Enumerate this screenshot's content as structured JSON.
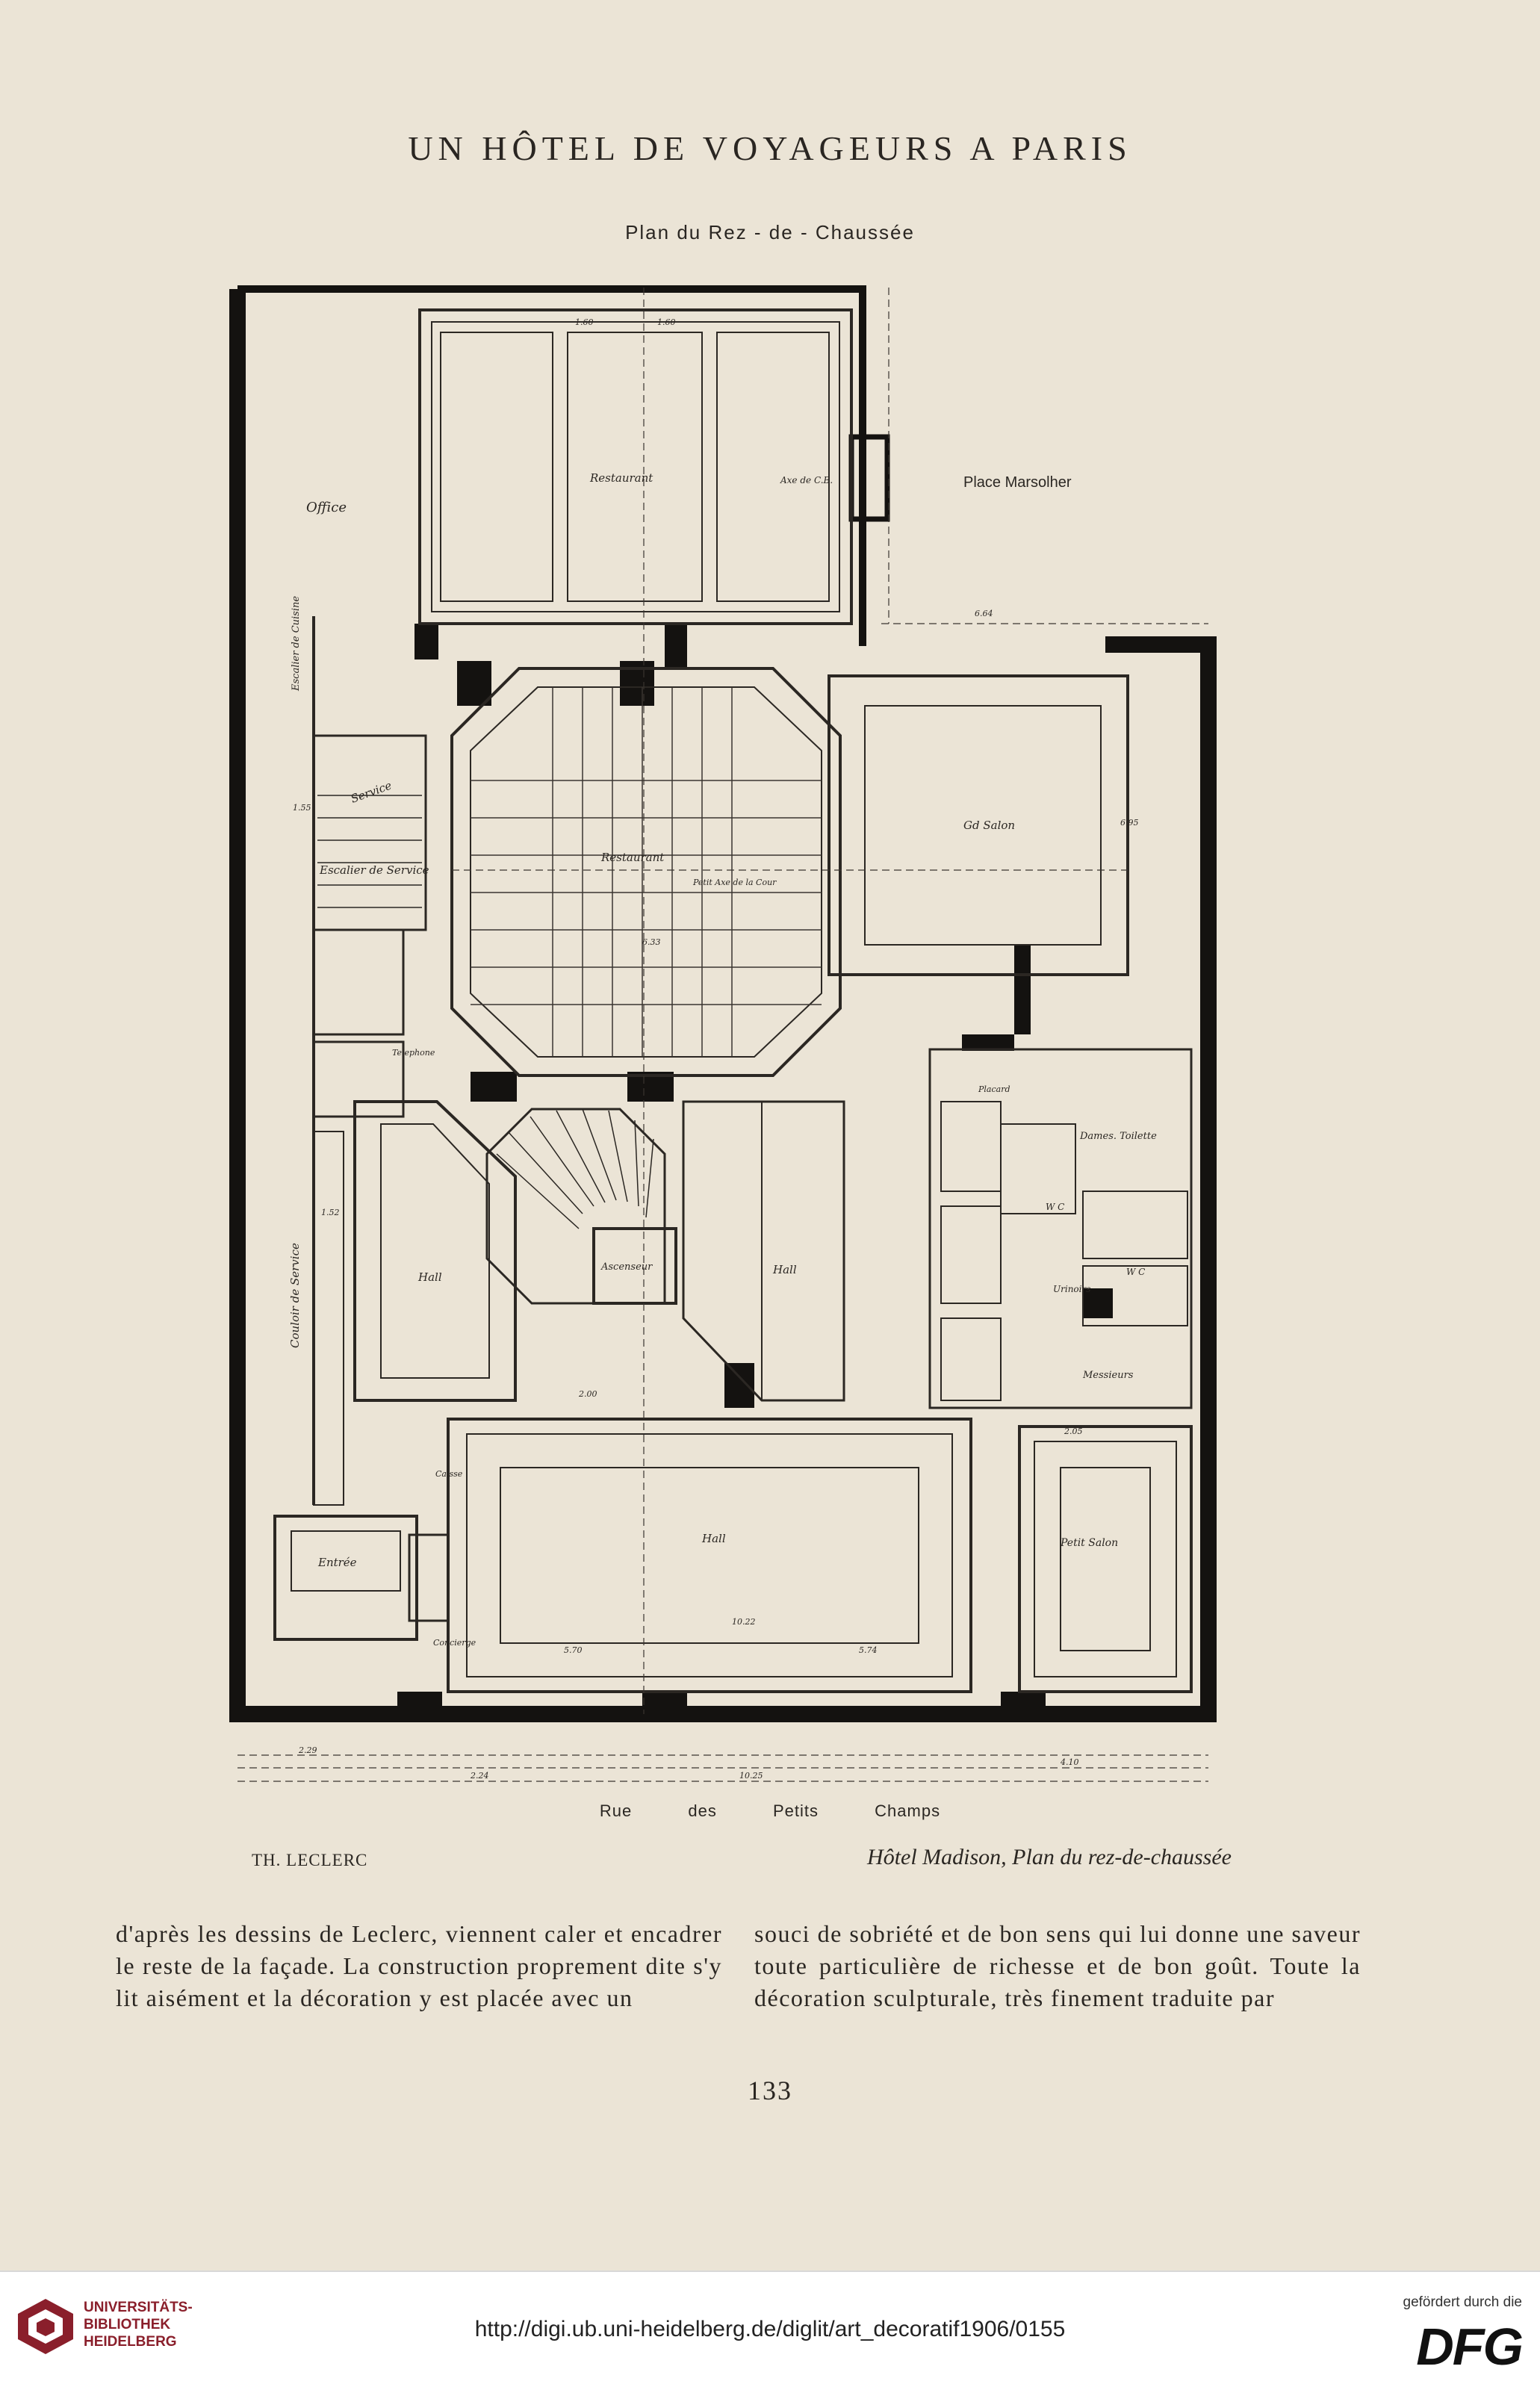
{
  "page": {
    "title": "UN HÔTEL DE VOYAGEURS A PARIS",
    "plan_heading": "Plan du Rez - de - Chaussée",
    "credit": "TH. LECLERC",
    "caption": "Hôtel Madison, Plan du rez-de-chaussée",
    "body_left": "d'après les dessins de Leclerc, viennent caler et encadrer le reste de la façade. La construction proprement dite s'y lit aisément et la décoration y est placée avec un",
    "body_right": "souci de sobriété et de bon sens qui lui donne une saveur toute particulière de richesse et de bon goût. Toute la décoration sculpturale, très finement traduite par",
    "folio": "133"
  },
  "plan": {
    "street": [
      "Rue",
      "des",
      "Petits",
      "Champs"
    ],
    "place": "Place Marsolher",
    "rooms": {
      "office": "Office",
      "restaurant_top": "Restaurant",
      "restaurant_main": "Restaurant",
      "grand_salon": "Gd Salon",
      "hall_left": "Hall",
      "ascenseur": "Ascenseur",
      "hall_center": "Hall",
      "hall_main": "Hall",
      "petit_salon": "Petit Salon",
      "entree": "Entrée",
      "service": "Service",
      "escalier_service": "Escalier de Service",
      "couloir_service": "Couloir de Service",
      "escalier_cuisine": "Escalier de Cuisine",
      "telephone": "Telephone",
      "caisse": "Caisse",
      "concierge": "Concierge",
      "placard": "Placard",
      "dames_toilette": "Dames. Toilette",
      "wc_1": "W C",
      "wc_2": "W C",
      "urinoirs": "Urinoirs",
      "messieurs": "Messieurs",
      "petit_axe": "Petit Axe de la Cour",
      "axe": "Axe de C.B."
    },
    "dimensions": {
      "d1": "1.60",
      "d2": "1.60",
      "d3": "6.95",
      "d4": "6.33",
      "d5": "1.55",
      "d6": "6.64",
      "d7": "10.22",
      "d8": "5.70",
      "d9": "5.74",
      "d10": "10.25",
      "d11": "2.24",
      "d12": "2.29",
      "d13": "1.52",
      "d14": "2.00",
      "d15": "2.05",
      "d16": "4.10"
    }
  },
  "footer": {
    "institution": [
      "UNIVERSITÄTS-",
      "BIBLIOTHEK",
      "HEIDELBERG"
    ],
    "url": "http://digi.ub.uni-heidelberg.de/diglit/art_decoratif1906/0155",
    "funding_label": "gefördert durch die",
    "funder": "DFG"
  }
}
